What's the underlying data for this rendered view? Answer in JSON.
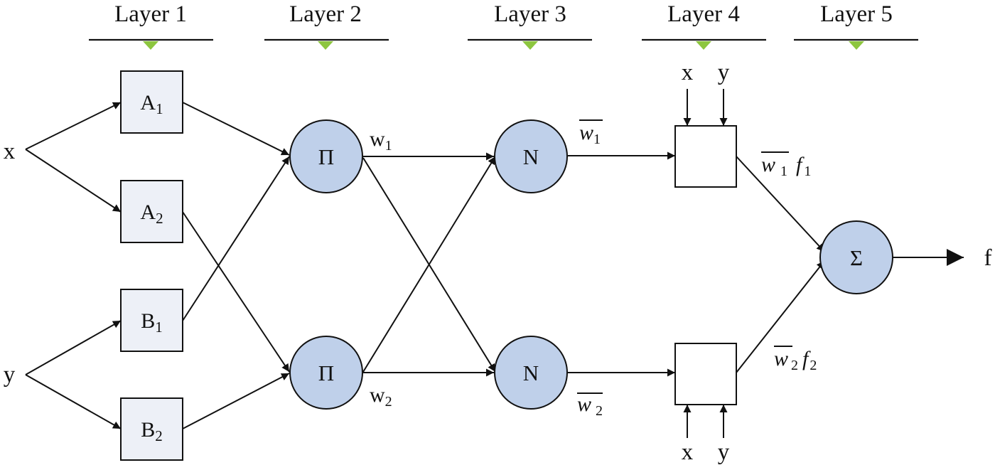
{
  "layers": [
    {
      "label": "Layer 1"
    },
    {
      "label": "Layer 2"
    },
    {
      "label": "Layer 3"
    },
    {
      "label": "Layer 4"
    },
    {
      "label": "Layer 5"
    }
  ],
  "inputs": {
    "x": "x",
    "y": "y"
  },
  "membership": [
    {
      "base": "A",
      "sub": "1"
    },
    {
      "base": "A",
      "sub": "2"
    },
    {
      "base": "B",
      "sub": "1"
    },
    {
      "base": "B",
      "sub": "2"
    }
  ],
  "product_nodes": [
    "Π",
    "Π"
  ],
  "normalize_nodes": [
    "N",
    "N"
  ],
  "sum_node": "Σ",
  "firing_labels": [
    {
      "base": "w",
      "sub": "1"
    },
    {
      "base": "w",
      "sub": "2"
    }
  ],
  "normalized_labels": [
    {
      "base": "w",
      "sub": "1"
    },
    {
      "base": "w",
      "sub": "2"
    }
  ],
  "weighted_outputs": [
    {
      "w": "w",
      "wsub": "1",
      "f": "f",
      "fsub": "1"
    },
    {
      "w": "w",
      "wsub": "2",
      "f": "f",
      "fsub": "2"
    }
  ],
  "consequent_inputs": {
    "top": {
      "x": "x",
      "y": "y"
    },
    "bottom": {
      "x": "x",
      "y": "y"
    }
  },
  "output": "f",
  "colors": {
    "node_fill": "#bfd0ea",
    "membership_fill": "#edf0f7",
    "layer_marker": "#8dc63f"
  }
}
